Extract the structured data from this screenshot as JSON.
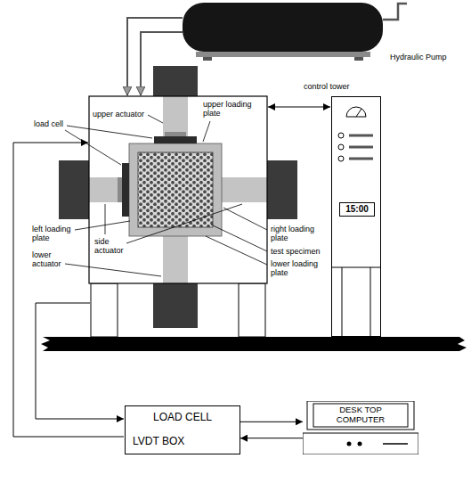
{
  "diagram": {
    "nodes": [
      {
        "text": [
          "Hydraulic Pump"
        ]
      },
      {
        "text": [
          "control tower",
          "15:00"
        ]
      },
      {
        "text": [
          "LOAD CELL",
          "LVDT BOX"
        ]
      },
      {
        "text": [
          "DESK TOP COMPUTER"
        ]
      }
    ],
    "edges": [
      {
        "from": 2,
        "to": 3,
        "arrow": "to"
      },
      {
        "from": 3,
        "to": 2,
        "arrow": "to"
      }
    ],
    "labels": [
      "upper actuator",
      "upper loading plate",
      "load cell",
      "right loading plate",
      "test specimen",
      "lower loading plate",
      "left loading plate",
      "lower actuator",
      "side actuator"
    ]
  }
}
